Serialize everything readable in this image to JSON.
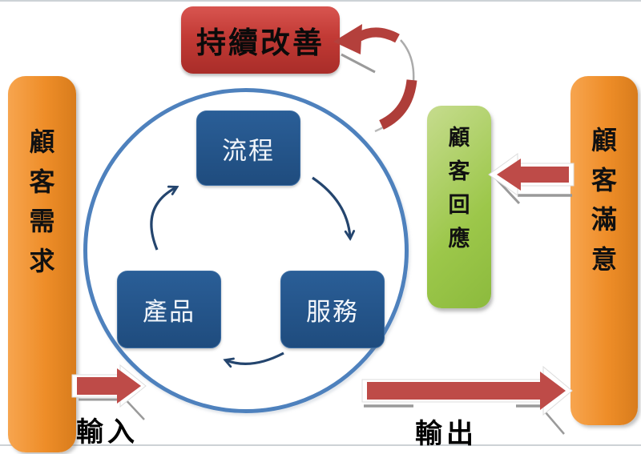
{
  "improvement_box": {
    "label": "持續改善"
  },
  "input_side_box": {
    "label": "顧客需求"
  },
  "output_side_box": {
    "label": "顧客滿意"
  },
  "feedback_box": {
    "label": "顧客回應"
  },
  "cycle": {
    "process": "流程",
    "product": "產品",
    "service": "服務"
  },
  "flow_labels": {
    "input": "輸入",
    "output": "輸出"
  },
  "colors": {
    "red_box": "#C23A35",
    "arrow_red": "#BE4B48",
    "orange_box": "#EE8D28",
    "green_box": "#9CC74A",
    "blue_node": "#1F4C7E",
    "circle_stroke": "#4E81BD",
    "cycle_arrow": "#24456E",
    "shadow_gray": "#9A9A9A"
  }
}
